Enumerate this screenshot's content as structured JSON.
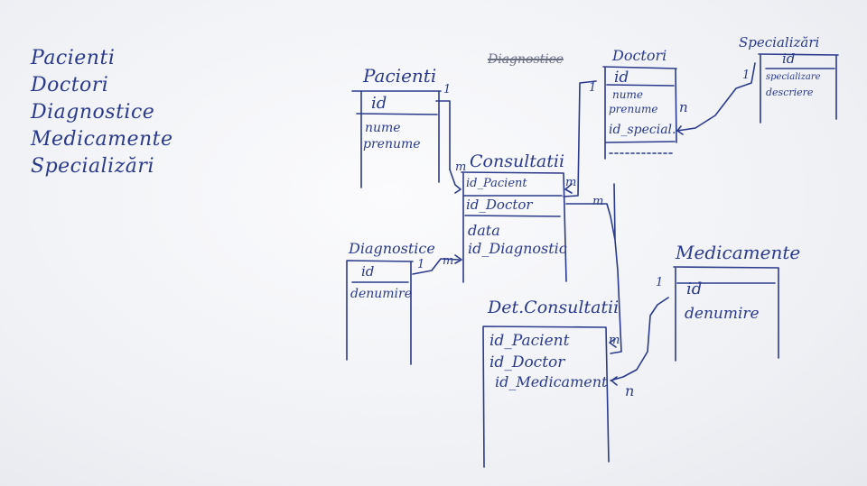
{
  "entity_list": [
    "Pacienti",
    "Doctori",
    "Diagnostice",
    "Medicamente",
    "Specializări"
  ],
  "crossed_out_title": "Diagnostice",
  "tables": {
    "pacienti": {
      "title": "Pacienti",
      "fields": [
        "id",
        "nume",
        "prenume"
      ]
    },
    "doctori": {
      "title": "Doctori",
      "fields": [
        "id",
        "nume",
        "prenume",
        "id_special."
      ]
    },
    "specializari": {
      "title": "Specializări",
      "fields": [
        "id",
        "specializare",
        "descriere"
      ]
    },
    "consultatii": {
      "title": "Consultatii",
      "fields": [
        "id_Pacient",
        "id_Doctor",
        "data",
        "id_Diagnostic"
      ]
    },
    "diagnostice": {
      "title": "Diagnostice",
      "fields": [
        "id",
        "denumire"
      ]
    },
    "det_consultatii": {
      "title": "Det.Consultatii",
      "fields": [
        "id_Pacient",
        "id_Doctor",
        "id_Medicament"
      ]
    },
    "medicamente": {
      "title": "Medicamente",
      "fields": [
        "id",
        "denumire"
      ]
    }
  },
  "cardinalities": {
    "pacienti_one": "1",
    "consultatii_pacient_many": "m",
    "doctori_one": "1",
    "consultatii_doctor_many": "m",
    "doctori_spec_many": "n",
    "specializari_one": "1",
    "diagnostice_one": "1",
    "consultatii_diag_many": "m",
    "consultatii_detail_many": "m",
    "det_consultatii_many": "m",
    "medicamente_one": "1",
    "det_medicament_many": "n"
  },
  "colors": {
    "ink": "#2b3a8c",
    "board": "#f4f5f8",
    "faint": "#6b6f86"
  }
}
